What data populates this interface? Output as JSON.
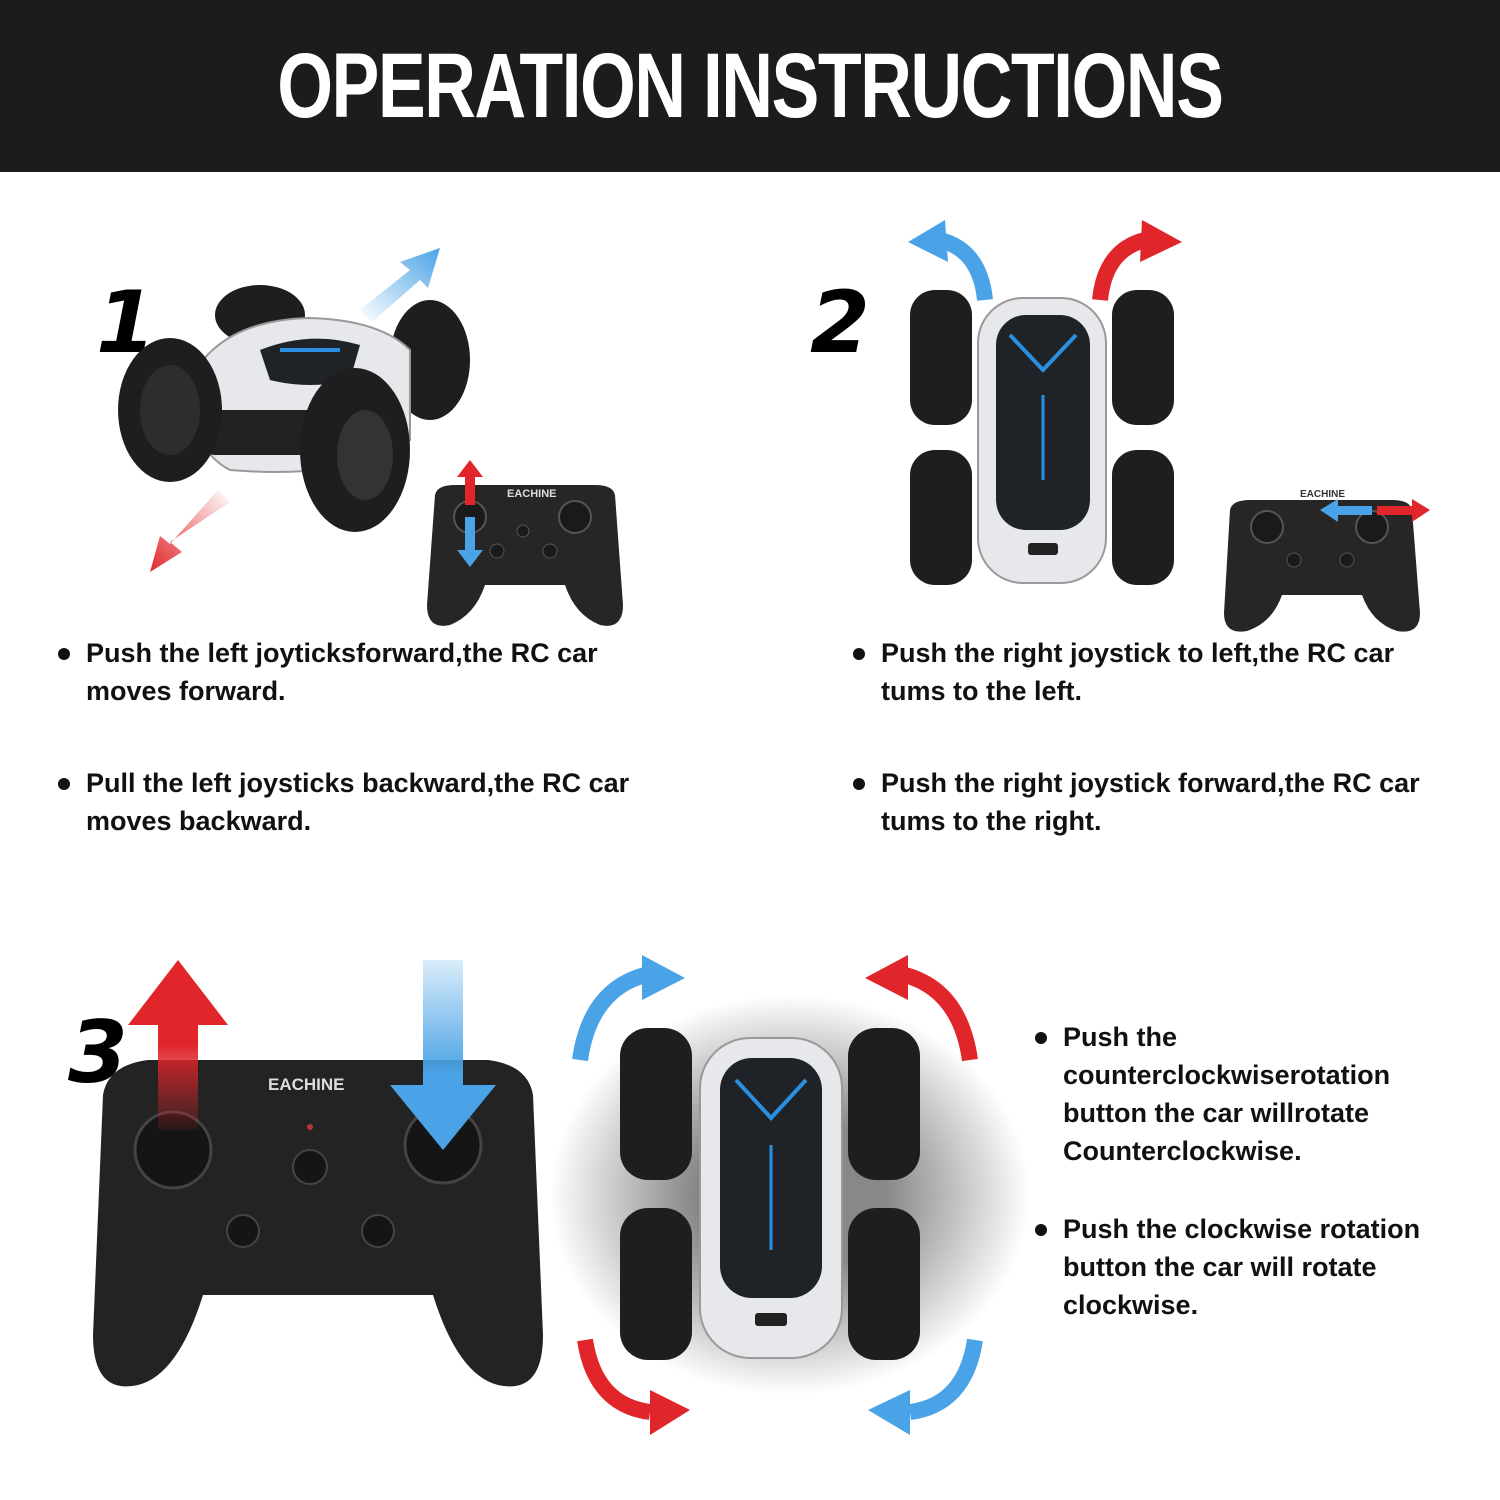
{
  "header": {
    "title": "OPERATION INSTRUCTIONS"
  },
  "steps": [
    {
      "number": "1",
      "bullets": [
        "Push the left joyticksforward,the RC car moves forward.",
        "Pull the left joysticks backward,the RC car moves backward."
      ]
    },
    {
      "number": "2",
      "bullets": [
        "Push the right joystick to left,the RC car tums to the left.",
        "Push the right joystick forward,the RC car tums to the right."
      ]
    },
    {
      "number": "3",
      "bullets": [
        "Push the counterclockwiserotation button the car willrotate Counterclockwise.",
        "Push the clockwise rotation button the car will rotate clockwise."
      ]
    }
  ],
  "brand": {
    "logo_text": "EACHINE"
  },
  "colors": {
    "header_bg": "#1c1c1c",
    "arrow_red": "#e0262a",
    "arrow_blue": "#4aa3e6",
    "car_body": "#e6e8eb",
    "accent_blue": "#2a8fe0"
  }
}
